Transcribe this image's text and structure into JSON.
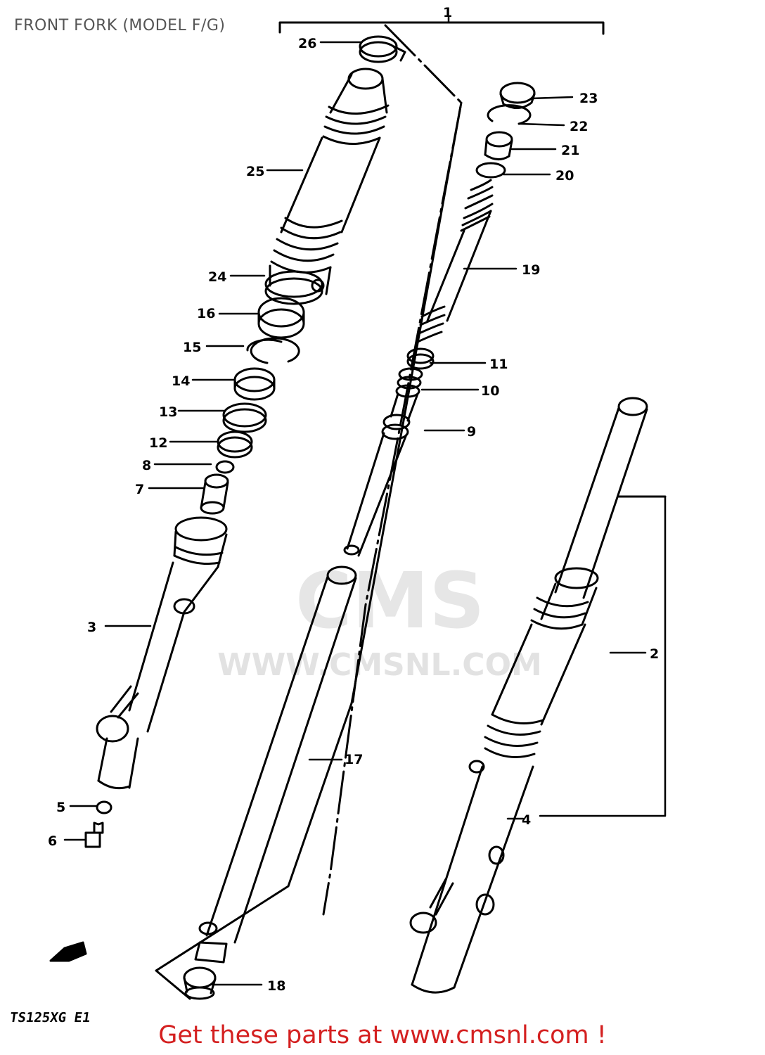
{
  "header": {
    "title": "FRONT FORK (MODEL F/G)"
  },
  "footer": {
    "cta": "Get these parts at www.cmsnl.com !",
    "model_code": "TS125XG E1"
  },
  "watermark": {
    "brand": "CMS",
    "url": "WWW.CMSNL.COM"
  },
  "part_numbers": [
    "1",
    "2",
    "3",
    "4",
    "5",
    "6",
    "7",
    "8",
    "9",
    "10",
    "11",
    "12",
    "13",
    "14",
    "15",
    "16",
    "17",
    "18",
    "19",
    "20",
    "21",
    "22",
    "23",
    "24",
    "25",
    "26"
  ],
  "colors": {
    "cta": "#d42020",
    "title": "#555555",
    "line": "#000000",
    "watermark": "#e2e2e2"
  }
}
